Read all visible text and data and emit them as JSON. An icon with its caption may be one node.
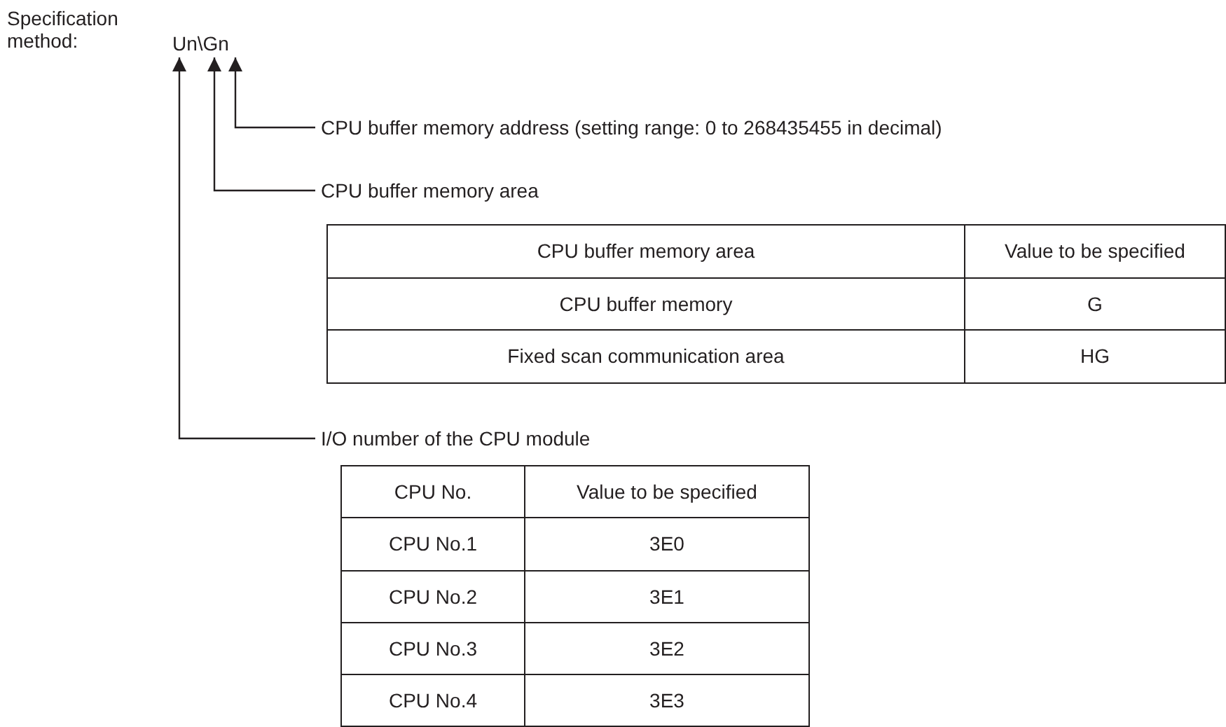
{
  "diagram": {
    "nodes": [
      {
        "text": [
          "Un\\Gn"
        ]
      },
      {
        "text": [
          "CPU buffer memory address (setting range: 0 to 268435455 in decimal)"
        ]
      },
      {
        "text": [
          "CPU buffer memory area"
        ]
      },
      {
        "text": [
          "I/O number of the CPU module"
        ]
      }
    ],
    "edges": [
      {
        "from": 1,
        "to": 0,
        "arrow": "to"
      },
      {
        "from": 2,
        "to": 0,
        "arrow": "to"
      },
      {
        "from": 3,
        "to": 0,
        "arrow": "to"
      }
    ],
    "labels": [
      "Specification method:",
      "CPU buffer memory area",
      "Value to be specified",
      "CPU buffer memory",
      "G",
      "Fixed scan communication area",
      "HG",
      "CPU No.",
      "Value to be specified",
      "CPU No.1",
      "3E0",
      "CPU No.2",
      "3E1",
      "CPU No.3",
      "3E2",
      "CPU No.4",
      "3E3"
    ]
  }
}
